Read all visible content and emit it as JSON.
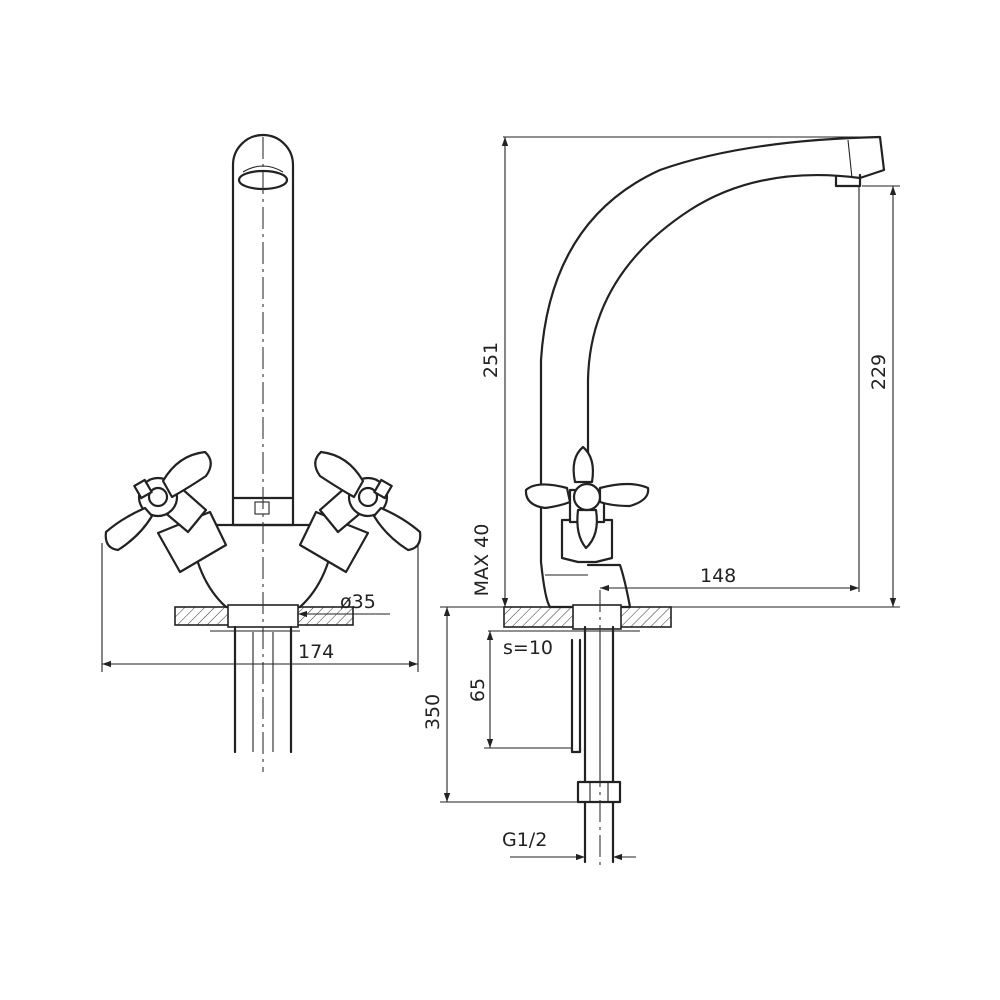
{
  "dimensions": {
    "height_total": "251",
    "height_spout": "229",
    "deck_max": "MAX 40",
    "reach": "148",
    "handle_span": "174",
    "base_diameter": "ø35",
    "shank_length": "350",
    "thread_length": "65",
    "deck_thickness": "s=10",
    "connection": "G1/2"
  },
  "colors": {
    "line": "#222222",
    "background": "#ffffff"
  }
}
